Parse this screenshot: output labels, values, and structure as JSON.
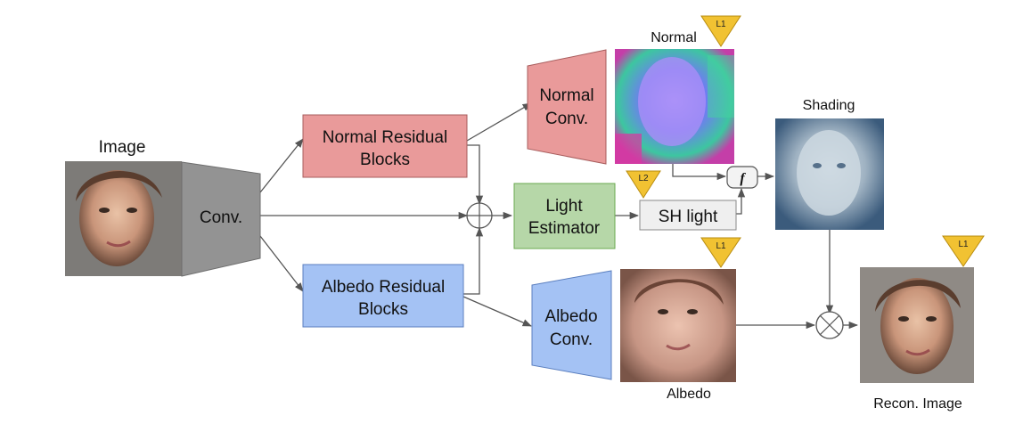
{
  "labels": {
    "image": "Image",
    "conv": "Conv.",
    "normal_residual_1": "Normal Residual",
    "normal_residual_2": "Blocks",
    "albedo_residual_1": "Albedo Residual",
    "albedo_residual_2": "Blocks",
    "normal_conv_1": "Normal",
    "normal_conv_2": "Conv.",
    "albedo_conv_1": "Albedo",
    "albedo_conv_2": "Conv.",
    "light_estimator_1": "Light",
    "light_estimator_2": "Estimator",
    "sh_light": "SH light",
    "normal_caption": "Normal",
    "shading_caption": "Shading",
    "albedo_caption": "Albedo",
    "recon_caption": "Recon. Image",
    "f_symbol": "f"
  },
  "loss_markers": {
    "normal": "L1",
    "sh_light": "L2",
    "albedo": "L1",
    "recon": "L1"
  },
  "colors": {
    "normal_branch": "#e99a9a",
    "albedo_branch": "#a4c2f4",
    "light_branch": "#b6d7a8",
    "encoder": "#939393",
    "sh_light_box": "#efefef",
    "loss_marker": "#f1c232"
  }
}
